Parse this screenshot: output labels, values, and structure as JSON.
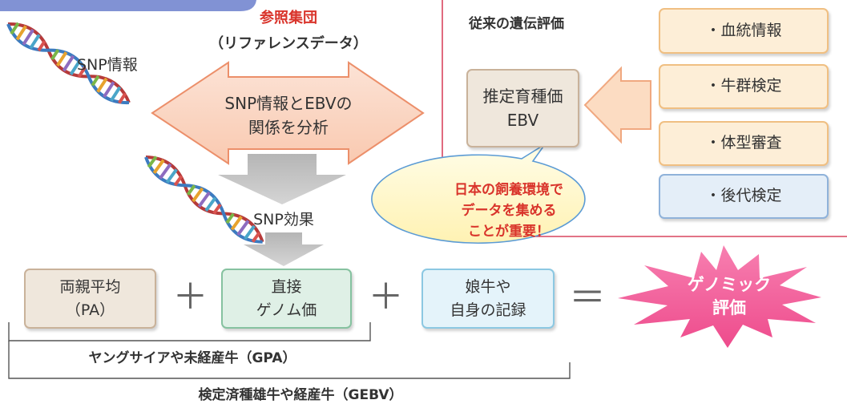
{
  "reference": {
    "title": "参照集団",
    "subtitle": "（リファレンスデータ）"
  },
  "snp_info_label": "SNP情報",
  "analysis_arrow": {
    "line1": "SNP情報とEBVの",
    "line2": "関係を分析"
  },
  "snp_effect_label": "SNP効果",
  "traditional": {
    "title": "従来の遺伝評価",
    "ebv_box": {
      "line1": "推定育種価",
      "line2": "EBV"
    },
    "sources": [
      "・血統情報",
      "・牛群検定",
      "・体型審査",
      "・後代検定"
    ]
  },
  "callout": {
    "line1": "日本の飼養環境で",
    "line2": "データを集める",
    "line3": "ことが重要！"
  },
  "formula": {
    "pa": {
      "line1": "両親平均",
      "line2": "（PA）"
    },
    "plus1": "＋",
    "dgv": {
      "line1": "直接",
      "line2": "ゲノム価"
    },
    "plus2": "＋",
    "records": {
      "line1": "娘牛や",
      "line2": "自身の記録"
    },
    "equals": "＝",
    "result": {
      "line1": "ゲノミック",
      "line2": "評価"
    }
  },
  "bracket_gpa": "ヤングサイアや未経産牛（GPA）",
  "bracket_gebv": "検定済種雄牛や経産牛（GEBV）",
  "colors": {
    "accent_red": "#d9342b",
    "panel_line": "#d9455f",
    "header_blue": "#7b8fd2",
    "starburst": "#f0528f"
  }
}
